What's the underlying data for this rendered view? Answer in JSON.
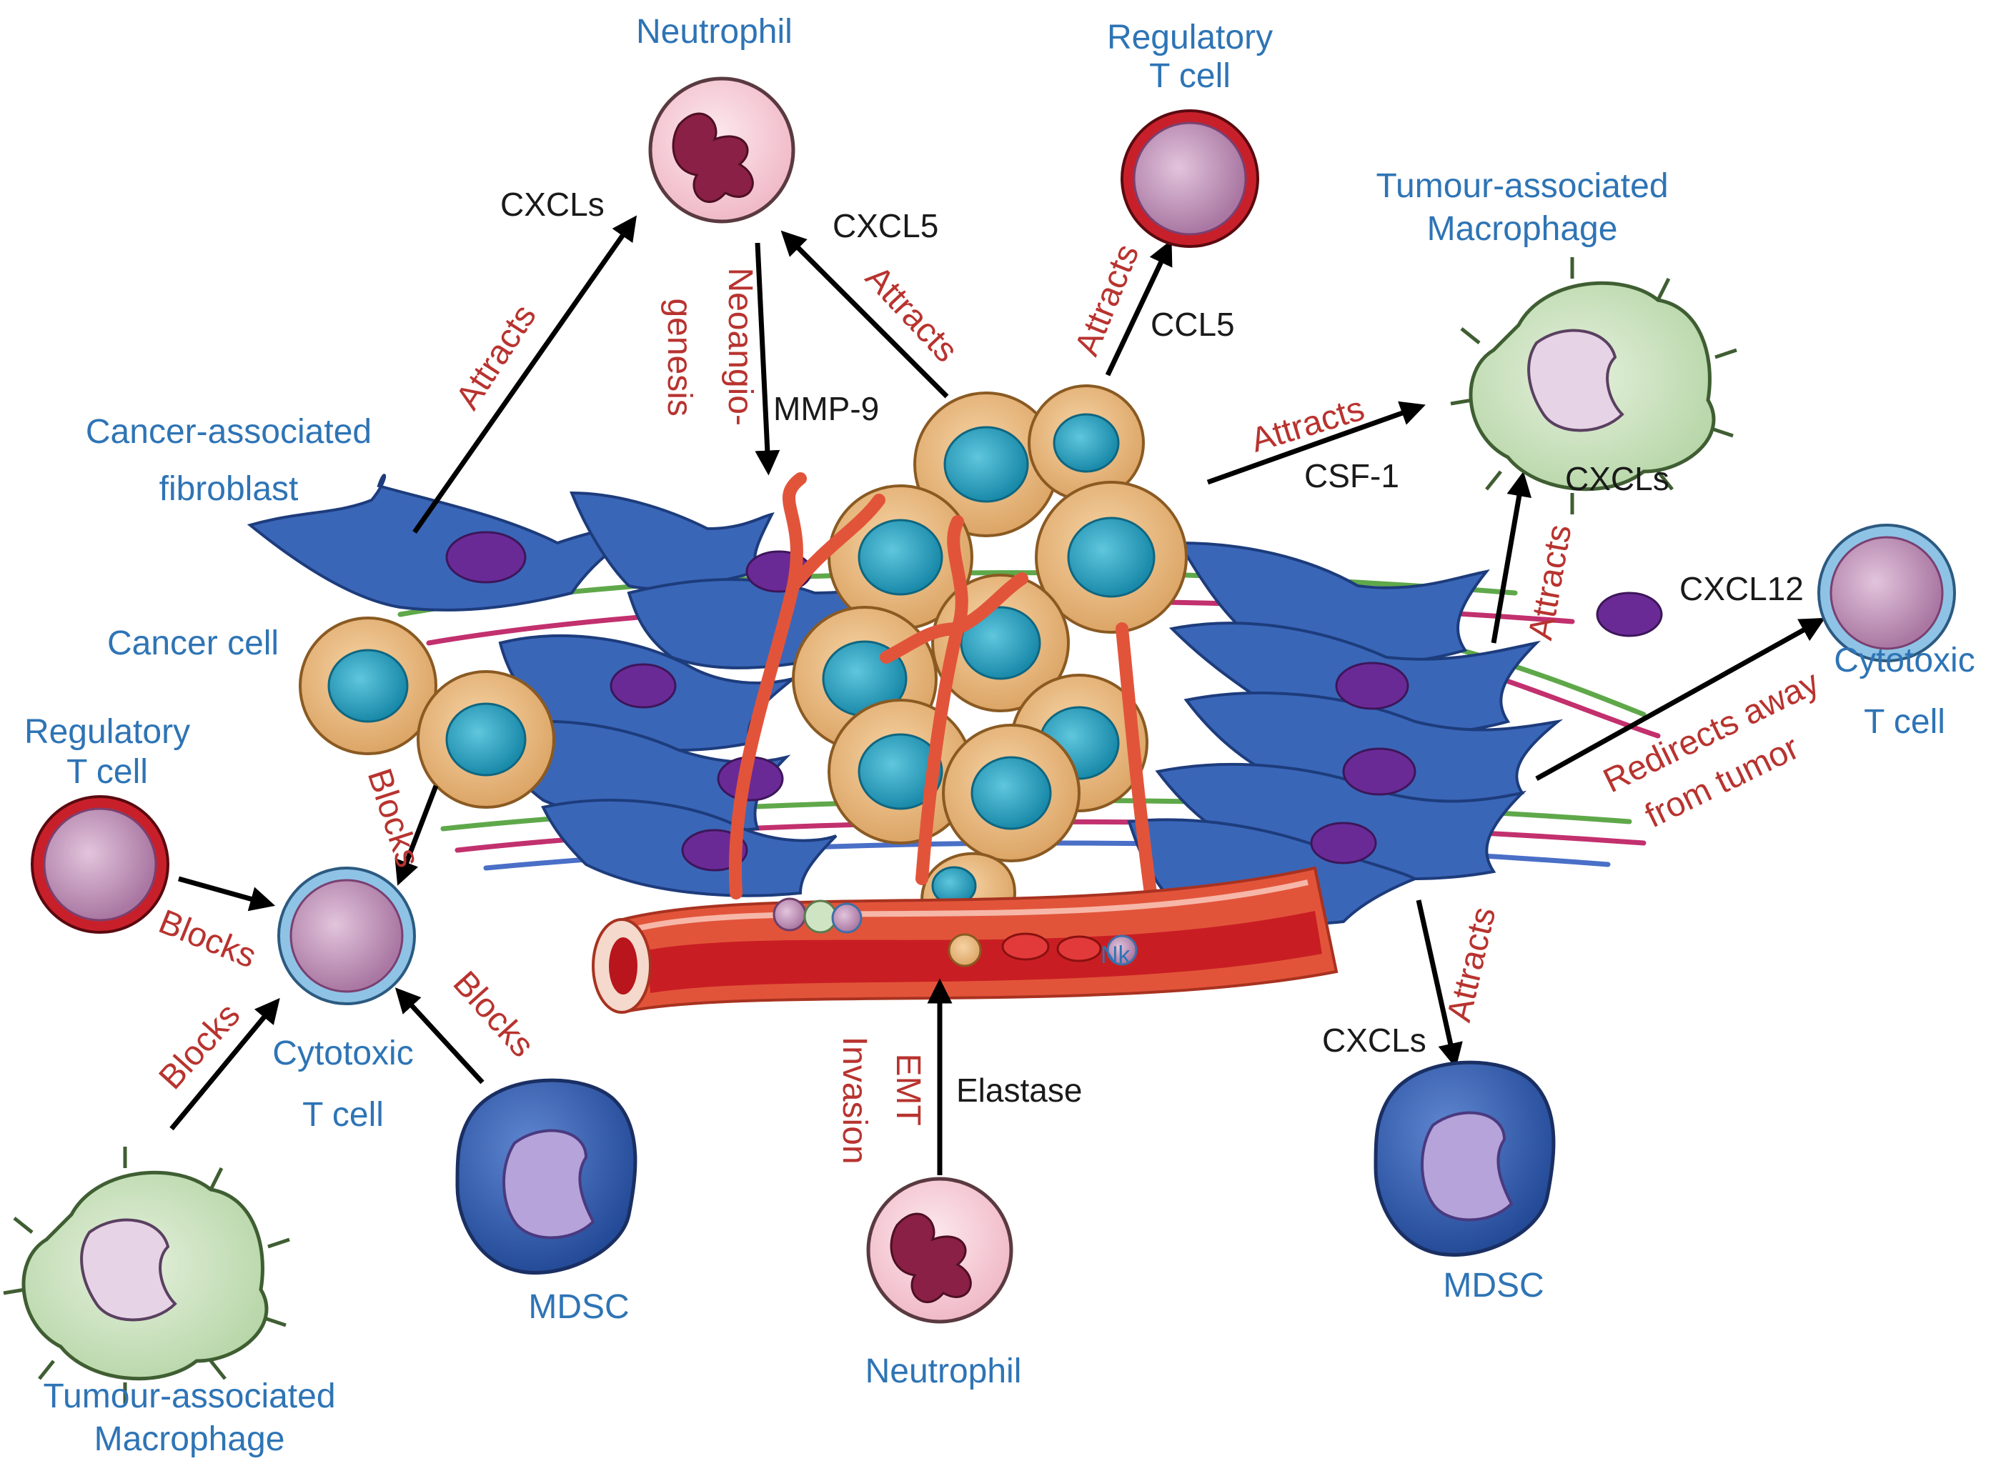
{
  "cells": {
    "neutrophil_top": "Neutrophil",
    "treg_top_l1": "Regulatory",
    "treg_top_l2": "T cell",
    "tam_top_l1": "Tumour-associated",
    "tam_top_l2": "Macrophage",
    "caf_l1": "Cancer-associated",
    "caf_l2": "fibroblast",
    "cancer_cell": "Cancer cell",
    "treg_left_l1": "Regulatory",
    "treg_left_l2": "T cell",
    "ctl_center_l1": "Cytotoxic",
    "ctl_center_l2": "T cell",
    "ctl_right_l1": "Cytotoxic",
    "ctl_right_l2": "T cell",
    "mdsc_left": "MDSC",
    "mdsc_right": "MDSC",
    "tam_bottom_l1": "Tumour-associated",
    "tam_bottom_l2": "Macrophage",
    "neutrophil_bottom": "Neutrophil",
    "vessel_nk": "Nk"
  },
  "factors": {
    "cxcls_top": "CXCLs",
    "cxcl5": "CXCL5",
    "ccl5": "CCL5",
    "mmp9": "MMP-9",
    "csf1": "CSF-1",
    "cxcls_tam": "CXCLs",
    "cxcl12": "CXCL12",
    "cxcls_mdsc": "CXCLs",
    "elastase": "Elastase"
  },
  "actions": {
    "attracts_caf": "Attracts",
    "attracts_cxcl5": "Attracts",
    "attracts_ccl5": "Attracts",
    "attracts_csf1": "Attracts",
    "attracts_tam": "Attracts",
    "attracts_mdsc": "Attracts",
    "neoangio_l1": "Neoangio-",
    "neoangio_l2": "genesis",
    "blocks_cancer": "Blocks",
    "blocks_treg": "Blocks",
    "blocks_tam": "Blocks",
    "blocks_mdsc": "Blocks",
    "redirects_l1": "Redirects away",
    "redirects_l2": "from tumor",
    "emt": "EMT",
    "invasion": "Invasion"
  },
  "colors": {
    "label_blue": "#2e74b5",
    "action_red": "#b8332f",
    "fibroblast": "#3a66b8",
    "cancer_cell": "#e9b97a",
    "nucleus": "#2aa3c2",
    "vessel": "#e2543a",
    "treg_ring": "#c8202a",
    "ctl_ring": "#8fc3e6",
    "lymph_body": "#c79bbf",
    "tam_body": "#cfe4c3",
    "neutrophil_body": "#f7d3dc",
    "neutrophil_nucleus": "#8a2045",
    "mdsc_body": "#3c65b4",
    "mdsc_nucleus": "#b6a3d9"
  }
}
